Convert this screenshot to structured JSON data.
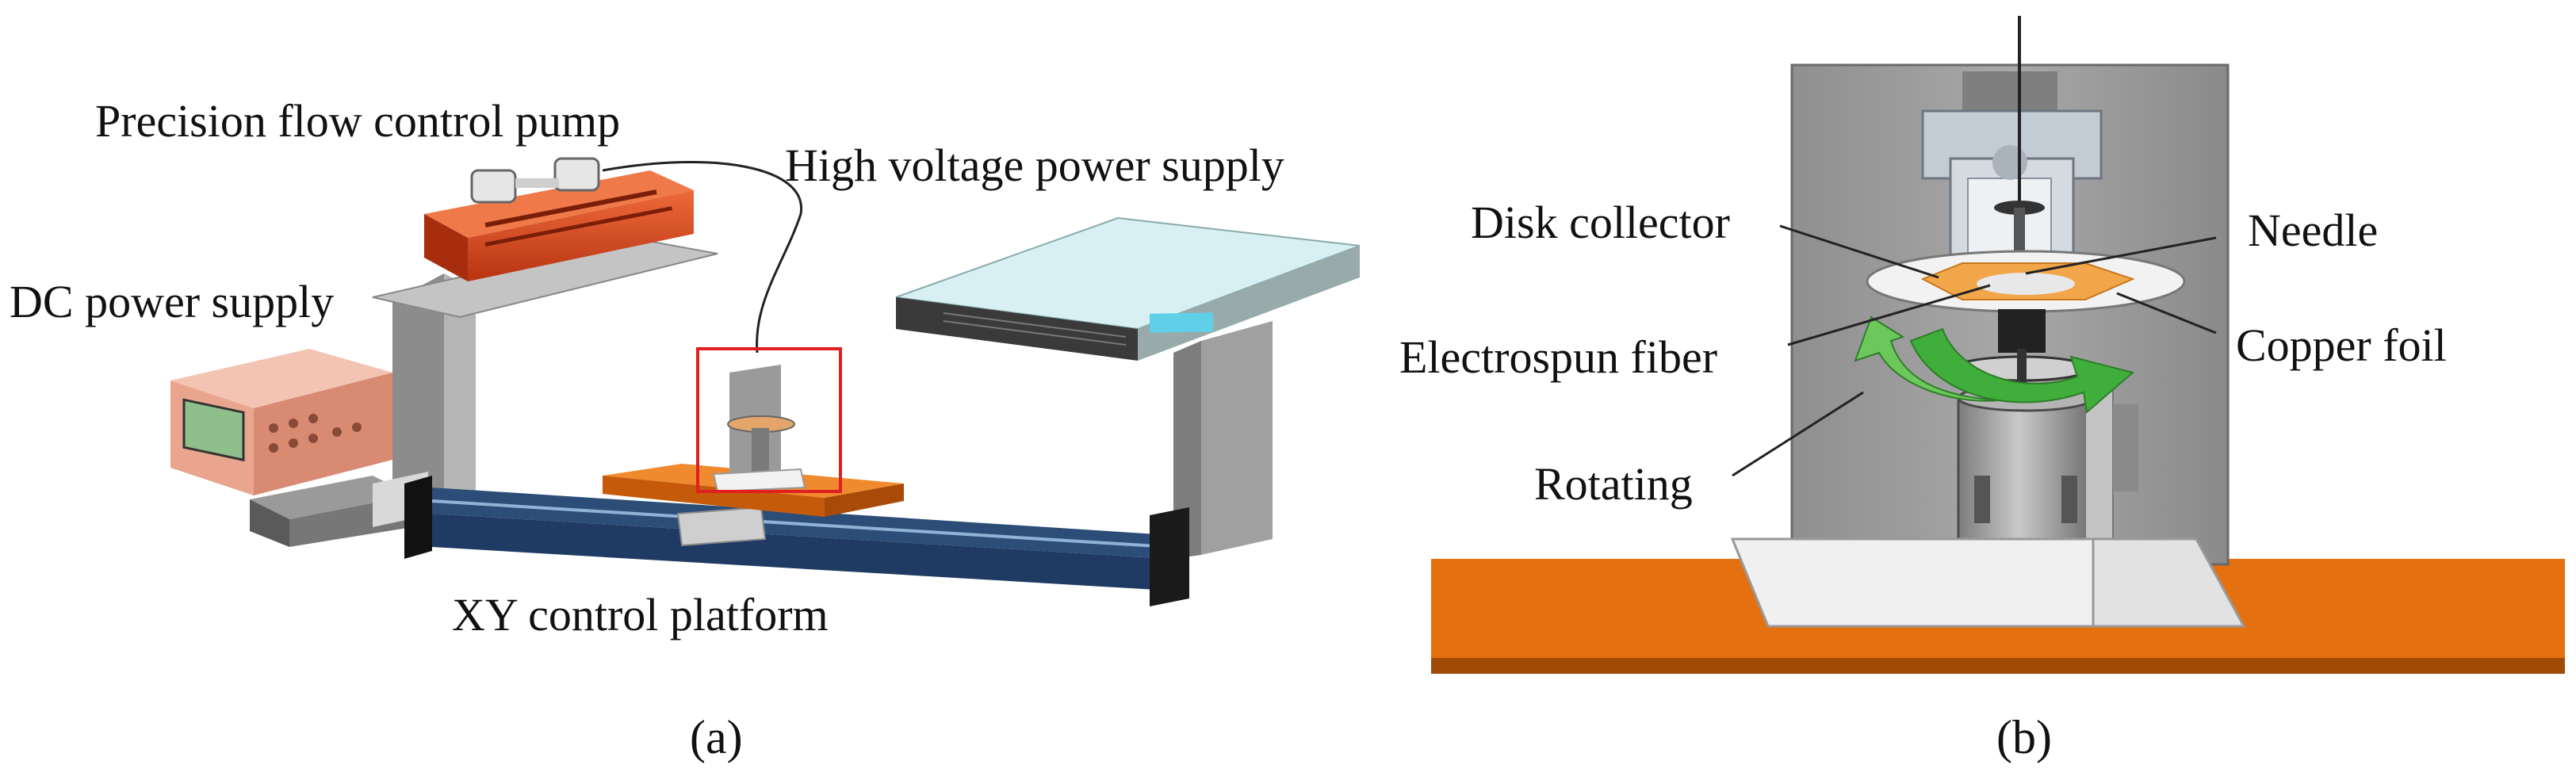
{
  "panel_a": {
    "caption": "(a)",
    "labels": {
      "pump": "Precision flow control pump",
      "hv": "High voltage power supply",
      "dc": "DC power supply",
      "xy": "XY control platform"
    }
  },
  "panel_b": {
    "caption": "(b)",
    "labels": {
      "disk": "Disk collector",
      "needle": "Needle",
      "fiber": "Electrospun fiber",
      "copper": "Copper foil",
      "rotating": "Rotating"
    }
  },
  "colors": {
    "pump_body": "#d9481c",
    "platform_orange": "#e46f14",
    "rail_blue": "#1f3b63",
    "frame_gray": "#9c9c9c",
    "hv_top": "#d8f0f4",
    "dc_body": "#e9a58e",
    "arrow_green": "#3fae3a",
    "highlight_red": "#e02020",
    "foil_orange": "#f2a64a"
  }
}
